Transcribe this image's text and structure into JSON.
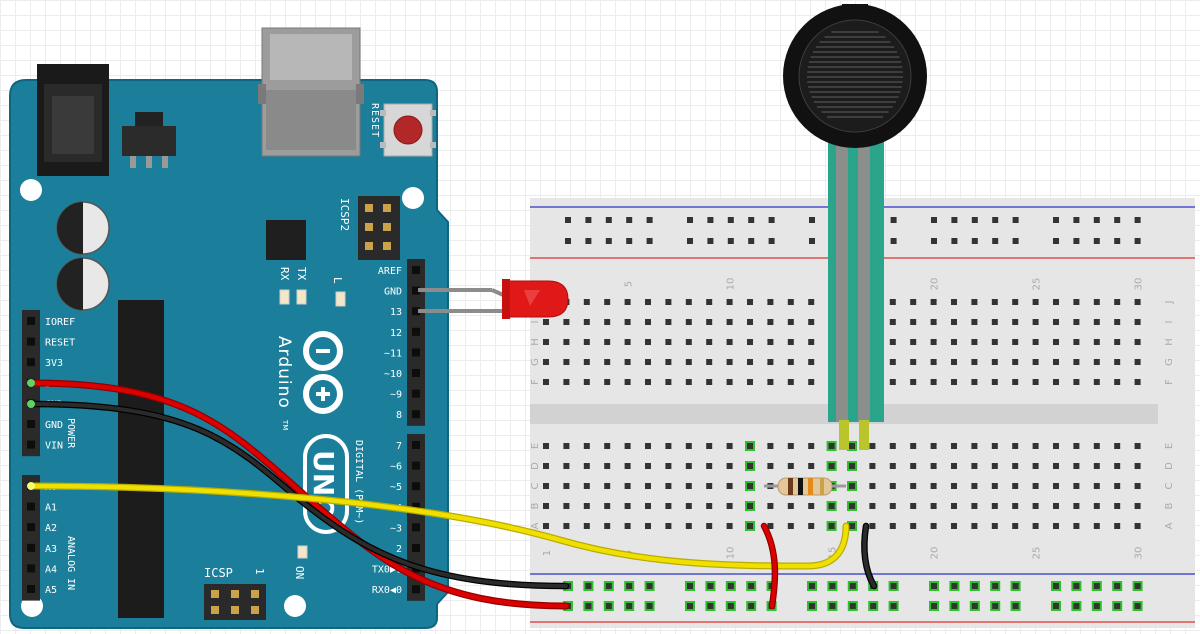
{
  "board": {
    "reset": "RESET",
    "icsp2": "ICSP2",
    "rx": "RX",
    "tx": "TX",
    "l": "L",
    "brand": "Arduino",
    "tm": "TM",
    "model": "UNO",
    "on": "ON",
    "icsp": "ICSP",
    "icsp_pin1": "1",
    "power_header": "POWER",
    "analog_header": "ANALOG IN",
    "digital_header": "DIGITAL (PWM~)",
    "power_pins": [
      "IOREF",
      "RESET",
      "3V3",
      "5V",
      "GND",
      "GND",
      "VIN"
    ],
    "analog_pins": [
      "A0",
      "A1",
      "A2",
      "A3",
      "A4",
      "A5"
    ],
    "digital_top": [
      "AREF",
      "GND",
      "13",
      "12",
      "~11",
      "~10",
      "~9",
      "8"
    ],
    "digital_bottom": [
      "7",
      "~6",
      "~5",
      "4",
      "~3",
      "2",
      "TX0▶1",
      "RX0◀0"
    ],
    "colors": {
      "pcb": "#1b7f9b",
      "pcb_edge": "#126a84",
      "silk": "#ffffff"
    }
  },
  "breadboard": {
    "col_numbers": [
      "1",
      "5",
      "10",
      "15",
      "20",
      "25",
      "30"
    ],
    "top_rows": [
      "J",
      "I",
      "H",
      "G",
      "F"
    ],
    "bottom_rows": [
      "E",
      "D",
      "C",
      "B",
      "A"
    ],
    "colors": {
      "body": "#e6e6e6",
      "hole": "#333333",
      "rail_red": "#e03030",
      "rail_blue": "#2a35c8",
      "active": "#2fbf2f"
    }
  },
  "components": {
    "led_color": "#e01818",
    "sensor_color": "#111111",
    "sensor_tail": "#2aa58c",
    "resistor_body": "#e2c79a"
  },
  "wires": {
    "power_5v": "#dd0000",
    "ground": "#111111",
    "signal_a0": "#f0e000"
  }
}
